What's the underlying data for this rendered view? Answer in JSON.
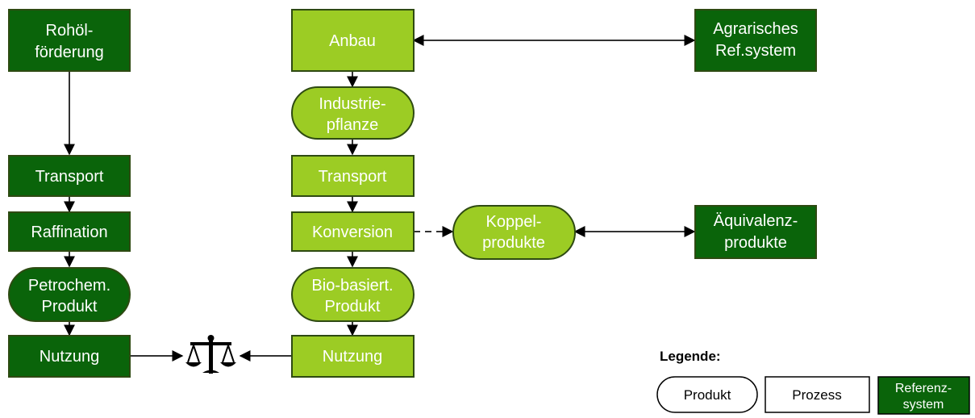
{
  "colors": {
    "reference": "#0a640a",
    "process": "#9ccc24",
    "product": "#9ccc24",
    "border": "#2e4a12",
    "text_on_node": "#ffffff",
    "text_legend": "#000000"
  },
  "nodes": {
    "rohoel": {
      "lines": [
        "Rohöl-",
        "förderung"
      ]
    },
    "transport_left": {
      "lines": [
        "Transport"
      ]
    },
    "raffination": {
      "lines": [
        "Raffination"
      ]
    },
    "petrochem": {
      "lines": [
        "Petrochem.",
        "Produkt"
      ]
    },
    "nutzung_left": {
      "lines": [
        "Nutzung"
      ]
    },
    "anbau": {
      "lines": [
        "Anbau"
      ]
    },
    "industriepflanze": {
      "lines": [
        "Industrie-",
        "pflanze"
      ]
    },
    "transport_mid": {
      "lines": [
        "Transport"
      ]
    },
    "konversion": {
      "lines": [
        "Konversion"
      ]
    },
    "biobasiert": {
      "lines": [
        "Bio-basiert.",
        "Produkt"
      ]
    },
    "nutzung_mid": {
      "lines": [
        "Nutzung"
      ]
    },
    "agrarisches": {
      "lines": [
        "Agrarisches",
        "Ref.system"
      ]
    },
    "koppel": {
      "lines": [
        "Koppel-",
        "produkte"
      ]
    },
    "aequivalenz": {
      "lines": [
        "Äquivalenz-",
        "produkte"
      ]
    }
  },
  "legend": {
    "title": "Legende:",
    "produkt": "Produkt",
    "prozess": "Prozess",
    "referenz": [
      "Referenz-",
      "system"
    ]
  },
  "icons": {
    "comparison": "balance-scale-icon"
  }
}
